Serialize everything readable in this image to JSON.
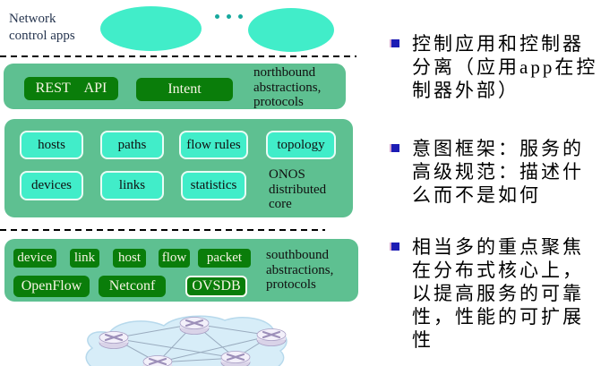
{
  "slide": {
    "apps_label": "Network\ncontrol apps"
  },
  "diagram": {
    "northbound": {
      "boxes": [
        "REST API",
        "Intent"
      ],
      "label": "northbound\nabstractions,\nprotocols"
    },
    "core": {
      "row1": [
        "hosts",
        "paths",
        "flow rules",
        "topology"
      ],
      "row2": [
        "devices",
        "links",
        "statistics"
      ],
      "label": "ONOS\ndistributed\ncore"
    },
    "southbound": {
      "row1": [
        "device",
        "link",
        "host",
        "flow",
        "packet"
      ],
      "row2": [
        "OpenFlow",
        "Netconf",
        "OVSDB"
      ],
      "label": "southbound\nabstractions,\nprotocols"
    }
  },
  "colors": {
    "turquoise": "#41EDC9",
    "layer_green": "#5EC091",
    "dark_green": "#0A7D0A",
    "box_text_cream": "#F7F5E4",
    "bullet_blue": "#1C1CB4",
    "cloud_blue": "#D7EDF8",
    "apps_label_navy": "#26354F"
  },
  "right_panel": {
    "bullets": [
      {
        "lines": [
          "控制应用和控制器",
          "分离（应用app在控",
          "制器外部）"
        ]
      },
      {
        "lines": [
          "意图框架：服务的",
          "高级规范：描述什",
          "么而不是如何"
        ]
      },
      {
        "lines": [
          "相当多的重点聚焦",
          "在分布式核心上，",
          "以提高服务的可靠",
          "性，性能的可扩展",
          "性"
        ]
      }
    ]
  }
}
